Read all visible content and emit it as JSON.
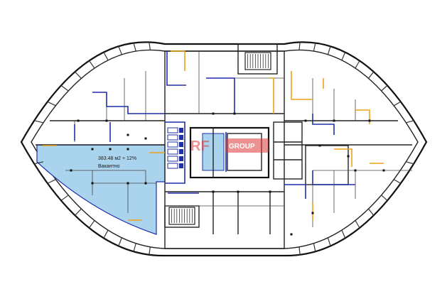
{
  "units": [
    {
      "id": "unit-vacant-west",
      "area_label": "383.48 м2 + 12%",
      "status_label": "Вакантно",
      "highlight_color": "#aad4ee"
    }
  ],
  "watermark": {
    "part1": "RF",
    "part2": "GROUP",
    "color": "#e03a3a"
  },
  "colors": {
    "vacant": "#aad4ee",
    "blue_walls": "#1f2fa8",
    "orange_walls": "#f0a018"
  }
}
